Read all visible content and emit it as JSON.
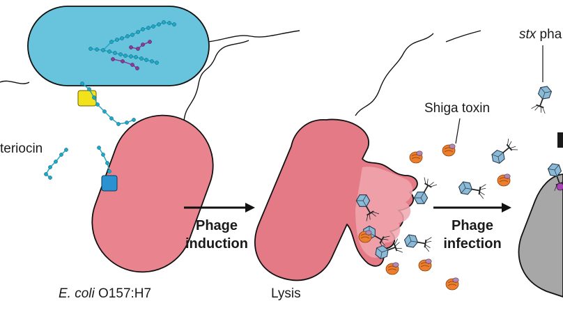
{
  "labels": {
    "bacteriocin": "teriocin",
    "ecoli_species": "E. coli",
    "ecoli_strain": " O157:H7",
    "lysis": "Lysis",
    "shiga_toxin": "Shiga toxin",
    "stx_gene": "stx",
    "stx_suffix": " pha",
    "phage_induction_line1": "Phage",
    "phage_induction_line2": "induction",
    "phage_infection_line1": "Phage",
    "phage_infection_line2": "infection"
  },
  "colors": {
    "bacterium_blue": "#67c4dc",
    "ecoli_pink": "#e9848f",
    "lysing_pink": "#e47a86",
    "gray_cell": "#a7a7a7",
    "bacteriocin_chain": "#1ea7c6",
    "bacteriocin_purple": "#8b3a98",
    "receptor_yellow": "#f2e21c",
    "receptor_blue": "#2a92d0",
    "phage_head": "#8bbad6",
    "toxin_orange": "#ec7f2e",
    "arrow": "#111111"
  }
}
